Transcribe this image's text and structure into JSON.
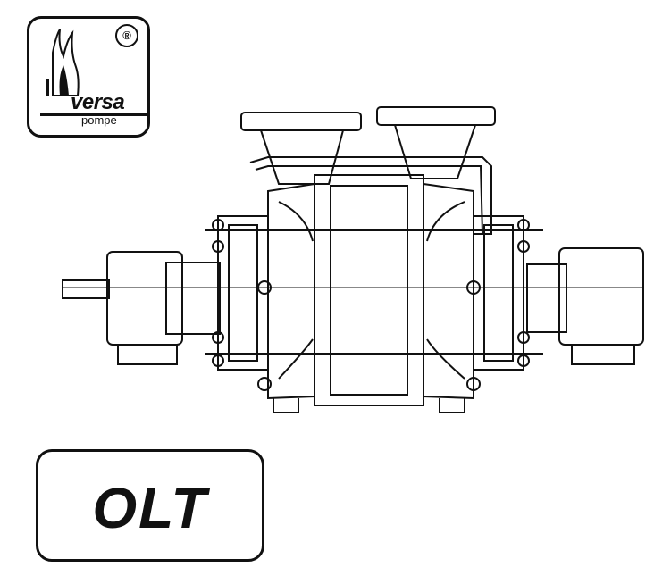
{
  "logo": {
    "registered_symbol": "®",
    "brand_word": "versa",
    "brand_subword": "pompe",
    "flame-icon": "flame-icon"
  },
  "drawing": {
    "subject": "pump-technical-drawing"
  },
  "model": {
    "label": "OLT"
  }
}
